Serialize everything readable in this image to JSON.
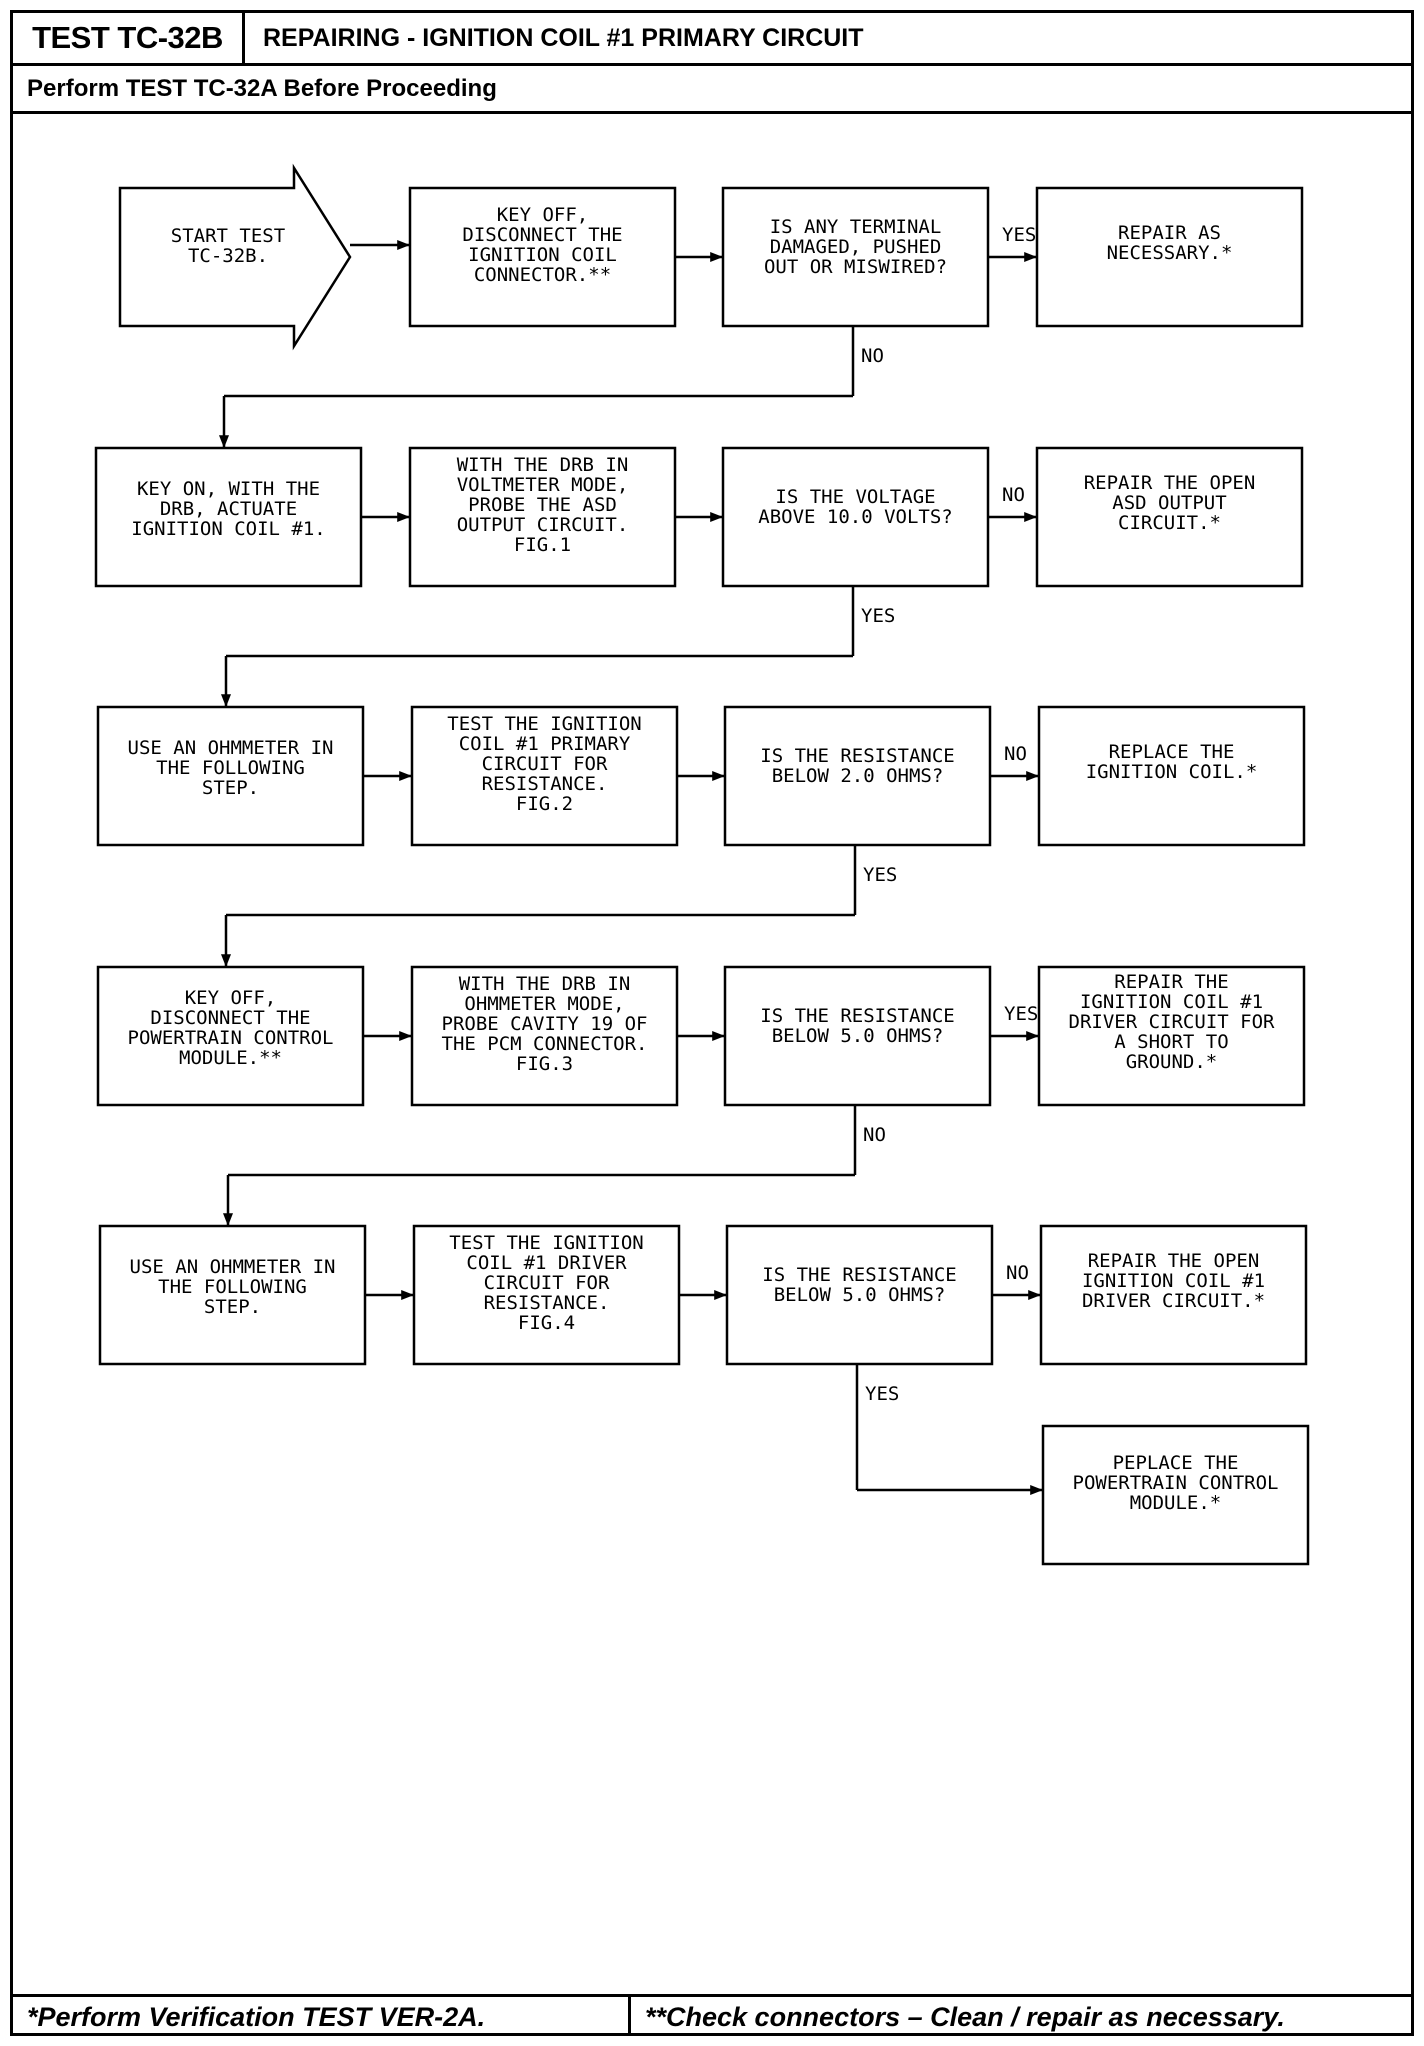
{
  "header": {
    "test_id": "TEST TC-32B",
    "title": "REPAIRING - IGNITION COIL #1 PRIMARY CIRCUIT",
    "prerequisite": "Perform TEST TC-32A Before Proceeding"
  },
  "flowchart": {
    "start": [
      "START TEST",
      "TC-32B."
    ],
    "rows": [
      {
        "action": [
          "KEY OFF,",
          "DISCONNECT THE",
          "IGNITION COIL",
          "CONNECTOR.**"
        ],
        "question": [
          "IS ANY TERMINAL",
          "DAMAGED, PUSHED",
          "OUT OR MISWIRED?"
        ],
        "branch_right": "YES",
        "result": [
          "REPAIR AS",
          "NECESSARY.*"
        ],
        "branch_down": "NO"
      },
      {
        "step": [
          "KEY ON, WITH THE",
          "DRB, ACTUATE",
          "IGNITION COIL #1."
        ],
        "action": [
          "WITH THE DRB IN",
          "VOLTMETER MODE,",
          "PROBE THE ASD",
          "OUTPUT CIRCUIT.",
          "FIG.1"
        ],
        "question": [
          "IS THE VOLTAGE",
          "ABOVE 10.0 VOLTS?"
        ],
        "branch_right": "NO",
        "result": [
          "REPAIR THE OPEN",
          "ASD OUTPUT",
          "CIRCUIT.*"
        ],
        "branch_down": "YES"
      },
      {
        "step": [
          "USE AN OHMMETER IN",
          "THE FOLLOWING",
          "STEP."
        ],
        "action": [
          "TEST THE IGNITION",
          "COIL #1 PRIMARY",
          "CIRCUIT FOR",
          "RESISTANCE.",
          "FIG.2"
        ],
        "question": [
          "IS THE RESISTANCE",
          "BELOW 2.0 OHMS?"
        ],
        "branch_right": "NO",
        "result": [
          "REPLACE THE",
          "IGNITION COIL.*"
        ],
        "branch_down": "YES"
      },
      {
        "step": [
          "KEY OFF,",
          "DISCONNECT THE",
          "POWERTRAIN CONTROL",
          "MODULE.**"
        ],
        "action": [
          "WITH THE DRB IN",
          "OHMMETER MODE,",
          "PROBE CAVITY 19 OF",
          "THE PCM CONNECTOR.",
          "FIG.3"
        ],
        "question": [
          "IS THE RESISTANCE",
          "BELOW 5.0 OHMS?"
        ],
        "branch_right": "YES",
        "result": [
          "REPAIR THE",
          "IGNITION COIL #1",
          "DRIVER CIRCUIT FOR",
          "A SHORT TO",
          "GROUND.*"
        ],
        "branch_down": "NO"
      },
      {
        "step": [
          "USE AN OHMMETER IN",
          "THE FOLLOWING",
          "STEP."
        ],
        "action": [
          "TEST THE IGNITION",
          "COIL #1 DRIVER",
          "CIRCUIT FOR",
          "RESISTANCE.",
          "FIG.4"
        ],
        "question": [
          "IS THE RESISTANCE",
          "BELOW 5.0 OHMS?"
        ],
        "branch_right": "NO",
        "result": [
          "REPAIR THE OPEN",
          "IGNITION COIL #1",
          "DRIVER CIRCUIT.*"
        ],
        "branch_down": "YES"
      }
    ],
    "final": [
      "PEPLACE THE",
      "POWERTRAIN CONTROL",
      "MODULE.*"
    ]
  },
  "footer": {
    "note_left": "*Perform Verification TEST VER-2A.",
    "note_right": "**Check connectors – Clean / repair as necessary."
  }
}
